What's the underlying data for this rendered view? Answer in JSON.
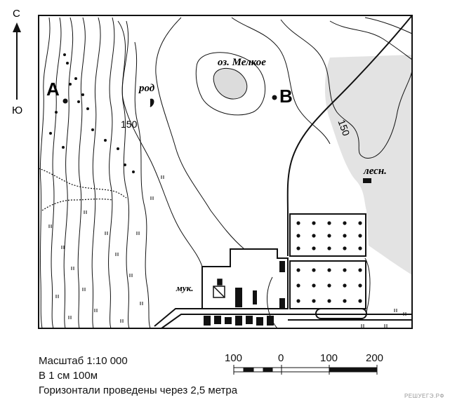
{
  "compass": {
    "north_label": "С",
    "south_label": "Ю"
  },
  "labels": {
    "lake": "оз. Мелкое",
    "spring": "род",
    "point_a": "А",
    "point_b": "В",
    "contour_150_left": "150",
    "contour_150_right": "150",
    "forester": "лесн.",
    "mill": "мук."
  },
  "legend": {
    "scale": "Масштаб 1:10 000",
    "per_cm": "В 1 см 100м",
    "contour_interval": "Горизонтали проведены через 2,5 метра"
  },
  "scale_bar": {
    "ticks": [
      "100",
      "0",
      "100",
      "200"
    ]
  },
  "watermark": "РЕШУЕГЭ.РФ",
  "colors": {
    "ink": "#111111",
    "shade": "#e3e3e3",
    "background": "#ffffff"
  }
}
